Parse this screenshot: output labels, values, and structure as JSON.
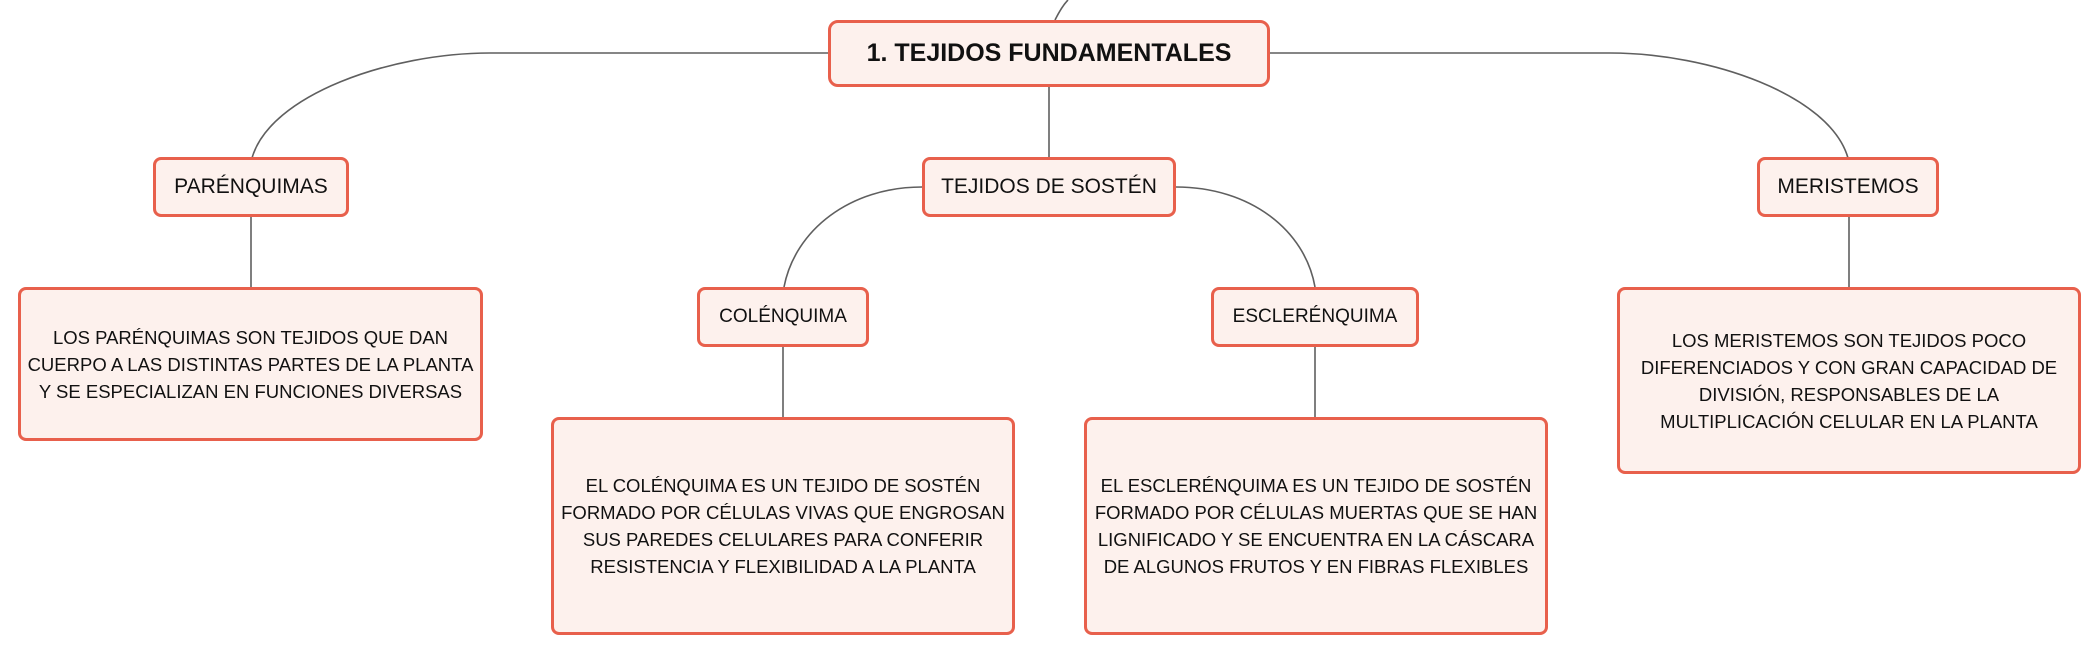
{
  "accent_color": "#e8604c",
  "node_fill": "#fdf1ed",
  "connector_color": "#5f5f5f",
  "root": {
    "label": "1. TEJIDOS FUNDAMENTALES"
  },
  "parenquimas": {
    "label": "PARÉNQUIMAS",
    "description": "LOS PARÉNQUIMAS SON TEJIDOS QUE DAN CUERPO A LAS DISTINTAS PARTES DE LA PLANTA Y SE ESPECIALIZAN EN FUNCIONES DIVERSAS"
  },
  "sosten": {
    "label": "TEJIDOS DE SOSTÉN",
    "colenquima": {
      "label": "COLÉNQUIMA",
      "description": "EL COLÉNQUIMA ES UN TEJIDO DE SOSTÉN FORMADO POR CÉLULAS VIVAS QUE ENGROSAN SUS PAREDES CELULARES PARA CONFERIR RESISTENCIA Y FLEXIBILIDAD A LA PLANTA"
    },
    "esclerenquima": {
      "label": "ESCLERÉNQUIMA",
      "description": "EL ESCLERÉNQUIMA ES UN TEJIDO DE SOSTÉN FORMADO POR CÉLULAS MUERTAS QUE SE HAN LIGNIFICADO Y SE ENCUENTRA EN LA CÁSCARA DE ALGUNOS FRUTOS Y EN FIBRAS FLEXIBLES"
    }
  },
  "meristemos": {
    "label": "MERISTEMOS",
    "description": "LOS MERISTEMOS SON TEJIDOS POCO DIFERENCIADOS Y CON GRAN CAPACIDAD DE DIVISIÓN, RESPONSABLES DE LA MULTIPLICACIÓN CELULAR EN LA PLANTA"
  }
}
